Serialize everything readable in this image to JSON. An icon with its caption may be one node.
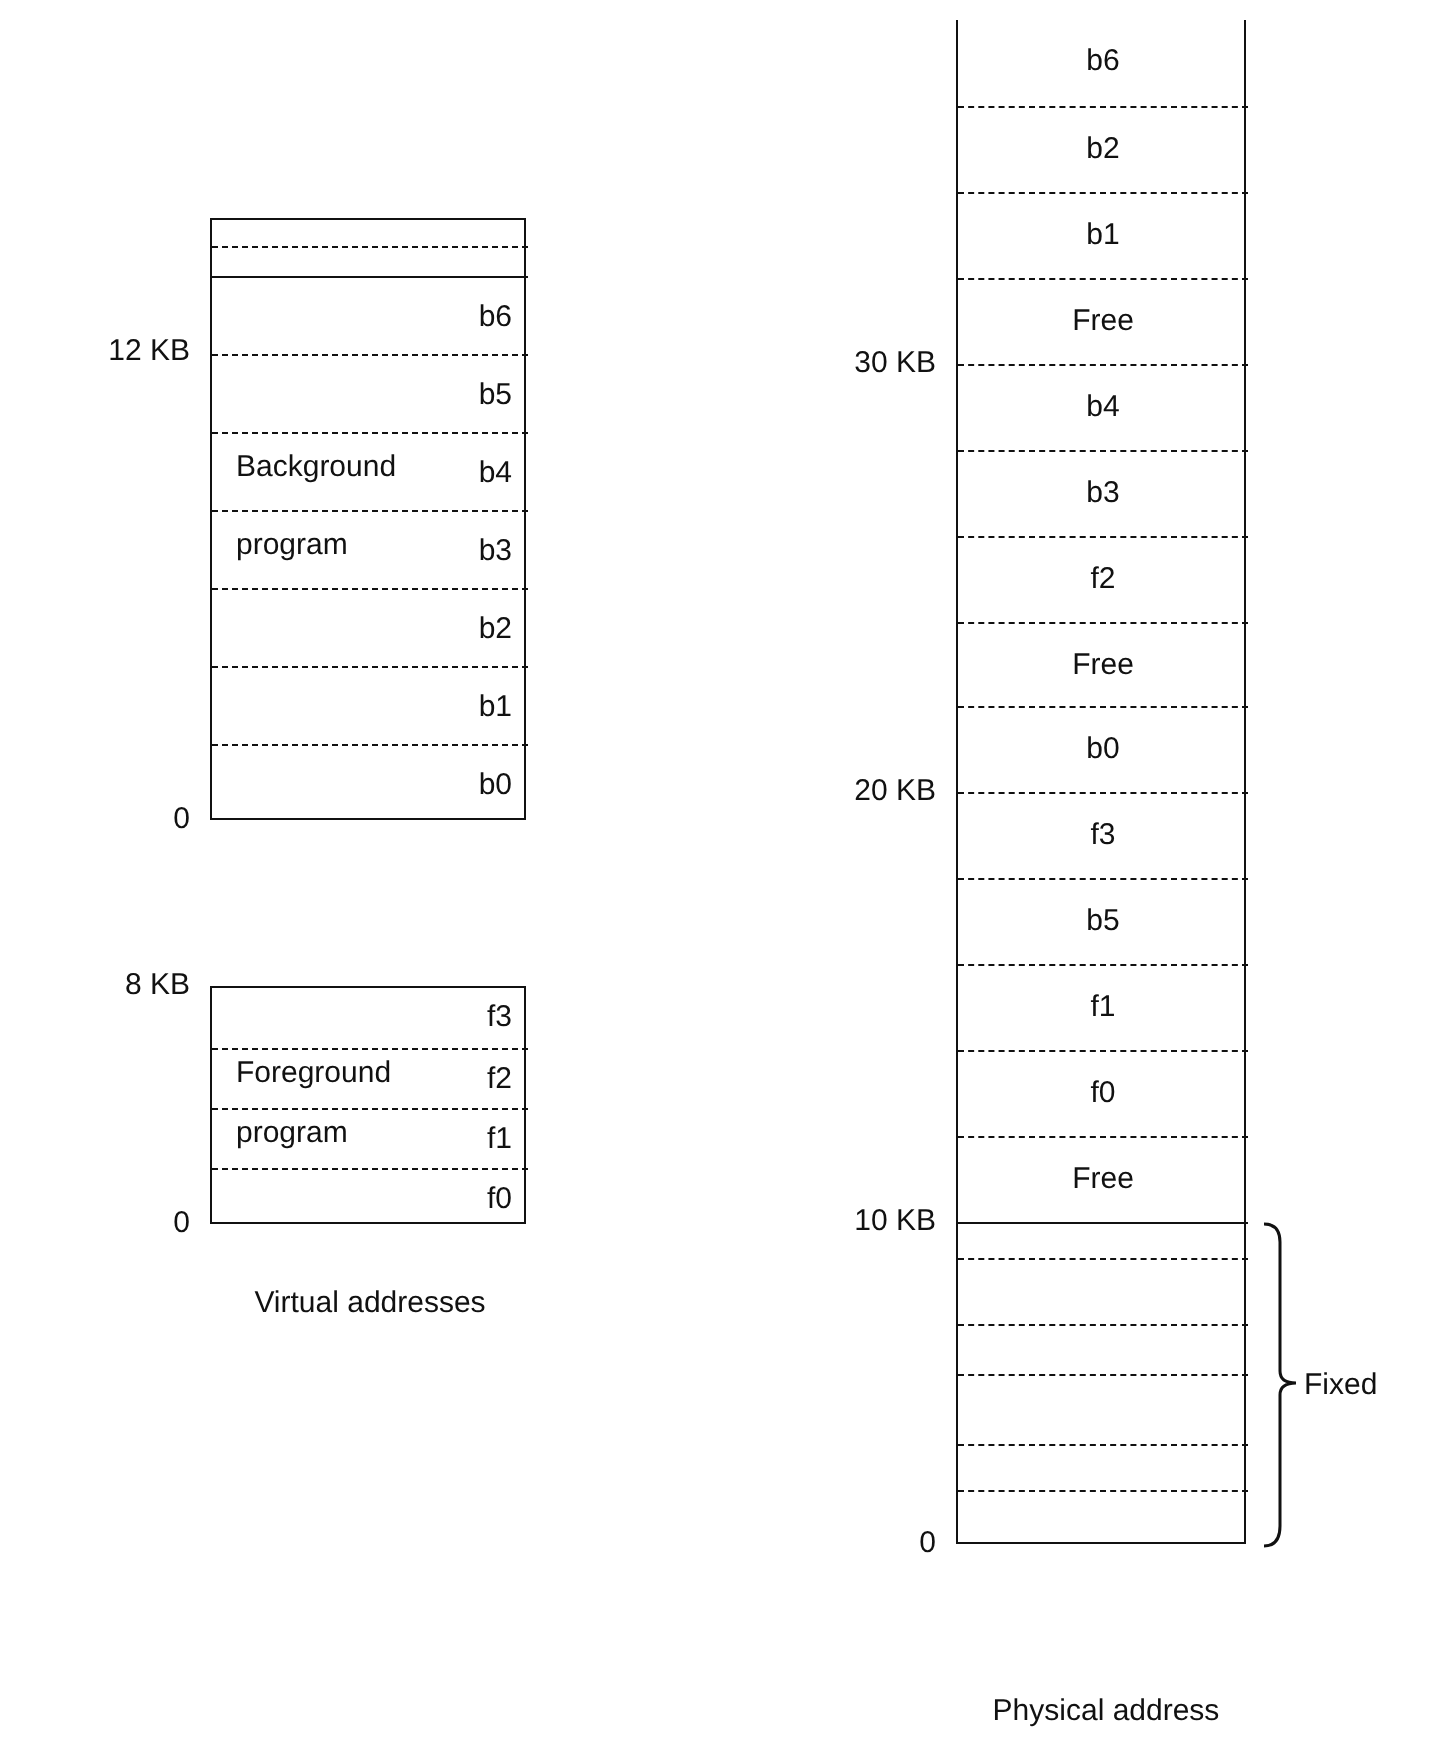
{
  "diagram": {
    "nodes": [
      {
        "text": [],
        "shape": "box"
      },
      {
        "text": [],
        "shape": "box",
        "in": 0
      },
      {
        "text": [
          "b6"
        ],
        "in": 0
      },
      {
        "text": [
          "b5"
        ],
        "in": 0
      },
      {
        "text": [
          "b4"
        ],
        "in": 0
      },
      {
        "text": [
          "b3"
        ],
        "in": 0
      },
      {
        "text": [
          "b2"
        ],
        "in": 0
      },
      {
        "text": [
          "b1"
        ],
        "in": 0
      },
      {
        "text": [
          "b0"
        ],
        "in": 0
      },
      {
        "text": [],
        "shape": "box"
      },
      {
        "text": [
          "f3"
        ],
        "in": 9
      },
      {
        "text": [
          "f2"
        ],
        "in": 9
      },
      {
        "text": [
          "f1"
        ],
        "in": 9
      },
      {
        "text": [
          "f0"
        ],
        "in": 9
      },
      {
        "text": [],
        "shape": "box"
      },
      {
        "text": [
          "b6"
        ],
        "in": 14
      },
      {
        "text": [
          "b2"
        ],
        "in": 14
      },
      {
        "text": [
          "b1"
        ],
        "in": 14
      },
      {
        "text": [
          "Free"
        ],
        "in": 14
      },
      {
        "text": [
          "b4"
        ],
        "in": 14
      },
      {
        "text": [
          "b3"
        ],
        "in": 14
      },
      {
        "text": [
          "f2"
        ],
        "in": 14
      },
      {
        "text": [
          "Free"
        ],
        "in": 14
      },
      {
        "text": [
          "b0"
        ],
        "in": 14
      },
      {
        "text": [
          "f3"
        ],
        "in": 14
      },
      {
        "text": [
          "b5"
        ],
        "in": 14
      },
      {
        "text": [
          "f1"
        ],
        "in": 14
      },
      {
        "text": [
          "f0"
        ],
        "in": 14
      },
      {
        "text": [
          "Free"
        ],
        "in": 14
      },
      {
        "text": [],
        "shape": "box",
        "in": 14,
        "beside": [
          "Fixed"
        ]
      }
    ],
    "labels": [
      "12 KB",
      "Background program",
      "0",
      "8 KB",
      "Foreground program",
      "0",
      "Virtual addresses",
      "30 KB",
      "20 KB",
      "10 KB",
      "0",
      "Physical address"
    ]
  }
}
